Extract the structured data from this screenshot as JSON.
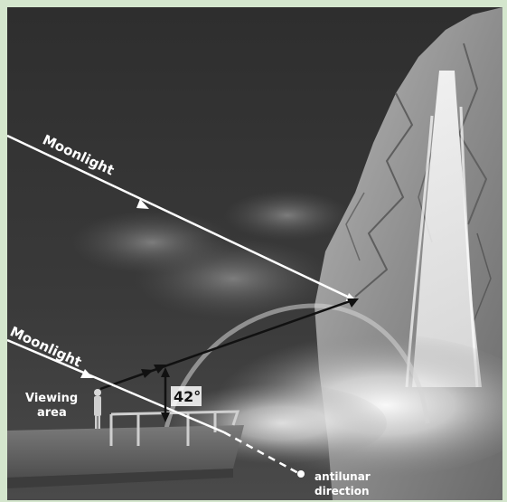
{
  "labels": {
    "moonlight_upper": "Moonlight",
    "moonlight_lower": "Moonlight",
    "viewing_area_line1": "Viewing",
    "viewing_area_line2": "area",
    "angle": "42°",
    "antilunar_line1": "antilunar",
    "antilunar_line2": "direction"
  },
  "colors": {
    "frame": "#d4e6cd",
    "sky": "#333333",
    "rays": "#ffffff",
    "reflected_ray": "#111111"
  }
}
